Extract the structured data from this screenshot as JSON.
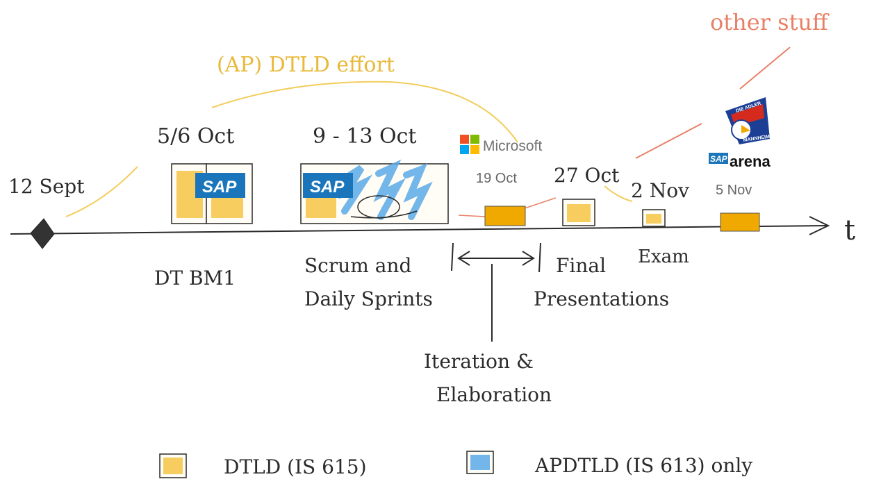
{
  "annotations": {
    "effort": "(AP) DTLD effort",
    "other": "other stuff",
    "time_axis": "t"
  },
  "milestones": {
    "start": "12 Sept",
    "dt_bm": "5/6 Oct",
    "scrum": "9 - 13 Oct",
    "microsoft_date": "19 Oct",
    "final": "27 Oct",
    "exam": "2 Nov",
    "arena_date": "5 Nov"
  },
  "phases": {
    "dt_bm": "DT BM1",
    "scrum_line1": "Scrum and",
    "scrum_line2": "Daily Sprints",
    "final_line1": "Final",
    "final_line2": "Presentations",
    "exam": "Exam",
    "iteration_line1": "Iteration &",
    "iteration_line2": "Elaboration"
  },
  "logos": {
    "sap": "SAP",
    "microsoft": "Microsoft",
    "arena_sap": "SAP",
    "arena": "arena",
    "adler_top": "DIE ADLER",
    "adler_bottom": "MANNHEIM"
  },
  "legend": {
    "dtld": "DTLD (IS 615)",
    "apdtld": "APDTLD (IS 613) only"
  },
  "colors": {
    "yellow_hatch": "#f6c445",
    "blue_hatch": "#5aa9e6",
    "event_box": "#f0a900",
    "ink": "#2a2a2a",
    "effort_line": "#f2cd5c",
    "other_line": "#e88066",
    "sap_blue": "#1b75bb",
    "ms_red": "#f25022",
    "ms_green": "#7fba00",
    "ms_blue": "#00a4ef",
    "ms_yellow": "#ffb900"
  }
}
